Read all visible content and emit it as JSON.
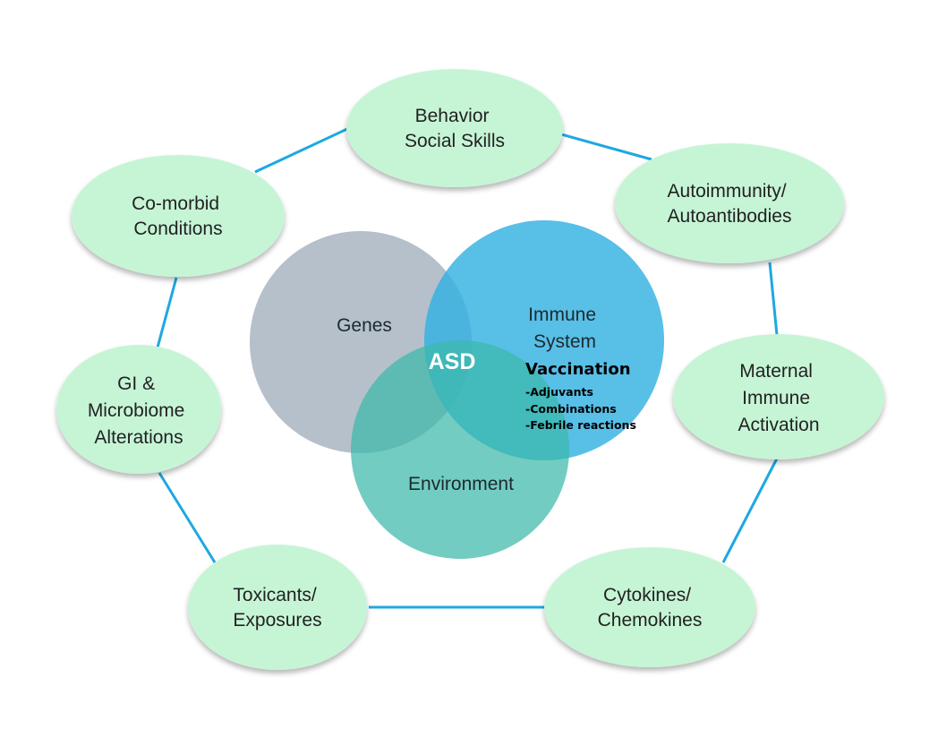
{
  "diagram": {
    "center": {
      "label": "ASD",
      "circles": [
        {
          "id": "genes",
          "label_lines": [
            "Genes"
          ]
        },
        {
          "id": "immune",
          "label_lines": [
            "Immune",
            "System"
          ]
        },
        {
          "id": "environment",
          "label_lines": [
            "Environment"
          ]
        }
      ],
      "vaccination": {
        "title": "Vaccination",
        "items": [
          "-Adjuvants",
          "-Combinations",
          "-Febrile reactions"
        ]
      }
    },
    "outer_nodes": [
      {
        "id": "behavior",
        "label_lines": [
          "Behavior",
          "Social Skills"
        ]
      },
      {
        "id": "autoimmunity",
        "label_lines": [
          "Autoimmunity/",
          "Autoantibodies"
        ]
      },
      {
        "id": "maternal",
        "label_lines": [
          "Maternal",
          "Immune",
          "Activation"
        ]
      },
      {
        "id": "cytokines",
        "label_lines": [
          "Cytokines/",
          "Chemokines"
        ]
      },
      {
        "id": "toxicants",
        "label_lines": [
          "Toxicants/",
          "Exposures"
        ]
      },
      {
        "id": "gi",
        "label_lines": [
          "GI &",
          "Microbiome",
          "Alterations"
        ]
      },
      {
        "id": "comorbid",
        "label_lines": [
          "Co-morbid",
          "Conditions"
        ]
      }
    ],
    "colors": {
      "node_fill": "#c6f5d6",
      "connector": "#1ea8e0",
      "genes": "#a9b4c0",
      "immune": "#3bb6e3",
      "environment": "#3fb8ad",
      "asd_overlap": "#0aa3ba",
      "text": "#222222"
    }
  }
}
